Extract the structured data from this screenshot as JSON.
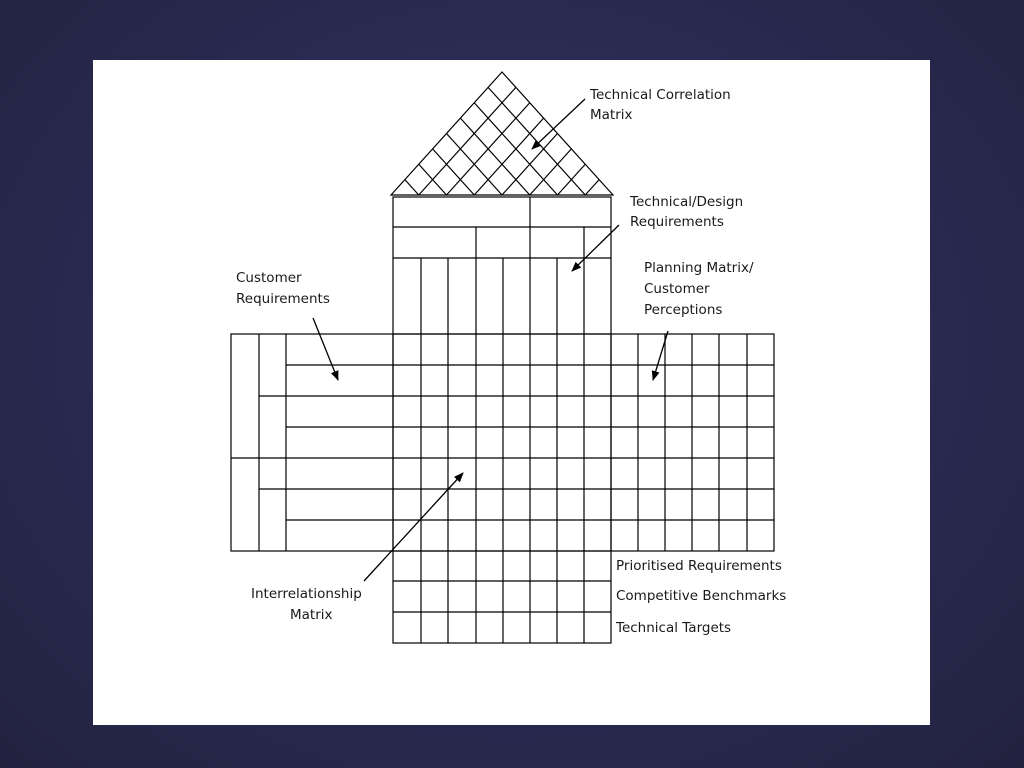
{
  "labels": {
    "technical_correlation": [
      "Technical Correlation",
      "Matrix"
    ],
    "technical_design": [
      "Technical/Design",
      "Requirements"
    ],
    "customer_requirements": [
      "Customer",
      "Requirements"
    ],
    "planning_matrix": [
      "Planning Matrix/",
      "Customer",
      "Perceptions"
    ],
    "interrelationship": [
      "Interrelationship",
      "Matrix"
    ],
    "prioritised_requirements": "Prioritised Requirements",
    "competitive_benchmarks": "Competitive Benchmarks",
    "technical_targets": "Technical Targets"
  }
}
